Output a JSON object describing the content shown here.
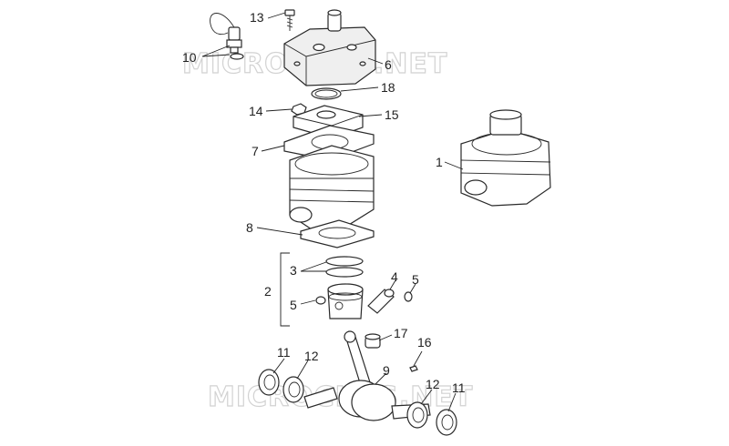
{
  "watermark": "MICROCHES.NET",
  "callouts": {
    "c1": "1",
    "c2": "2",
    "c3": "3",
    "c4": "4",
    "c5a": "5",
    "c5b": "5",
    "c6": "6",
    "c7": "7",
    "c8": "8",
    "c9": "9",
    "c10": "10",
    "c11a": "11",
    "c11b": "11",
    "c12a": "12",
    "c12b": "12",
    "c13": "13",
    "c14": "14",
    "c15": "15",
    "c16": "16",
    "c17": "17",
    "c18": "18"
  }
}
